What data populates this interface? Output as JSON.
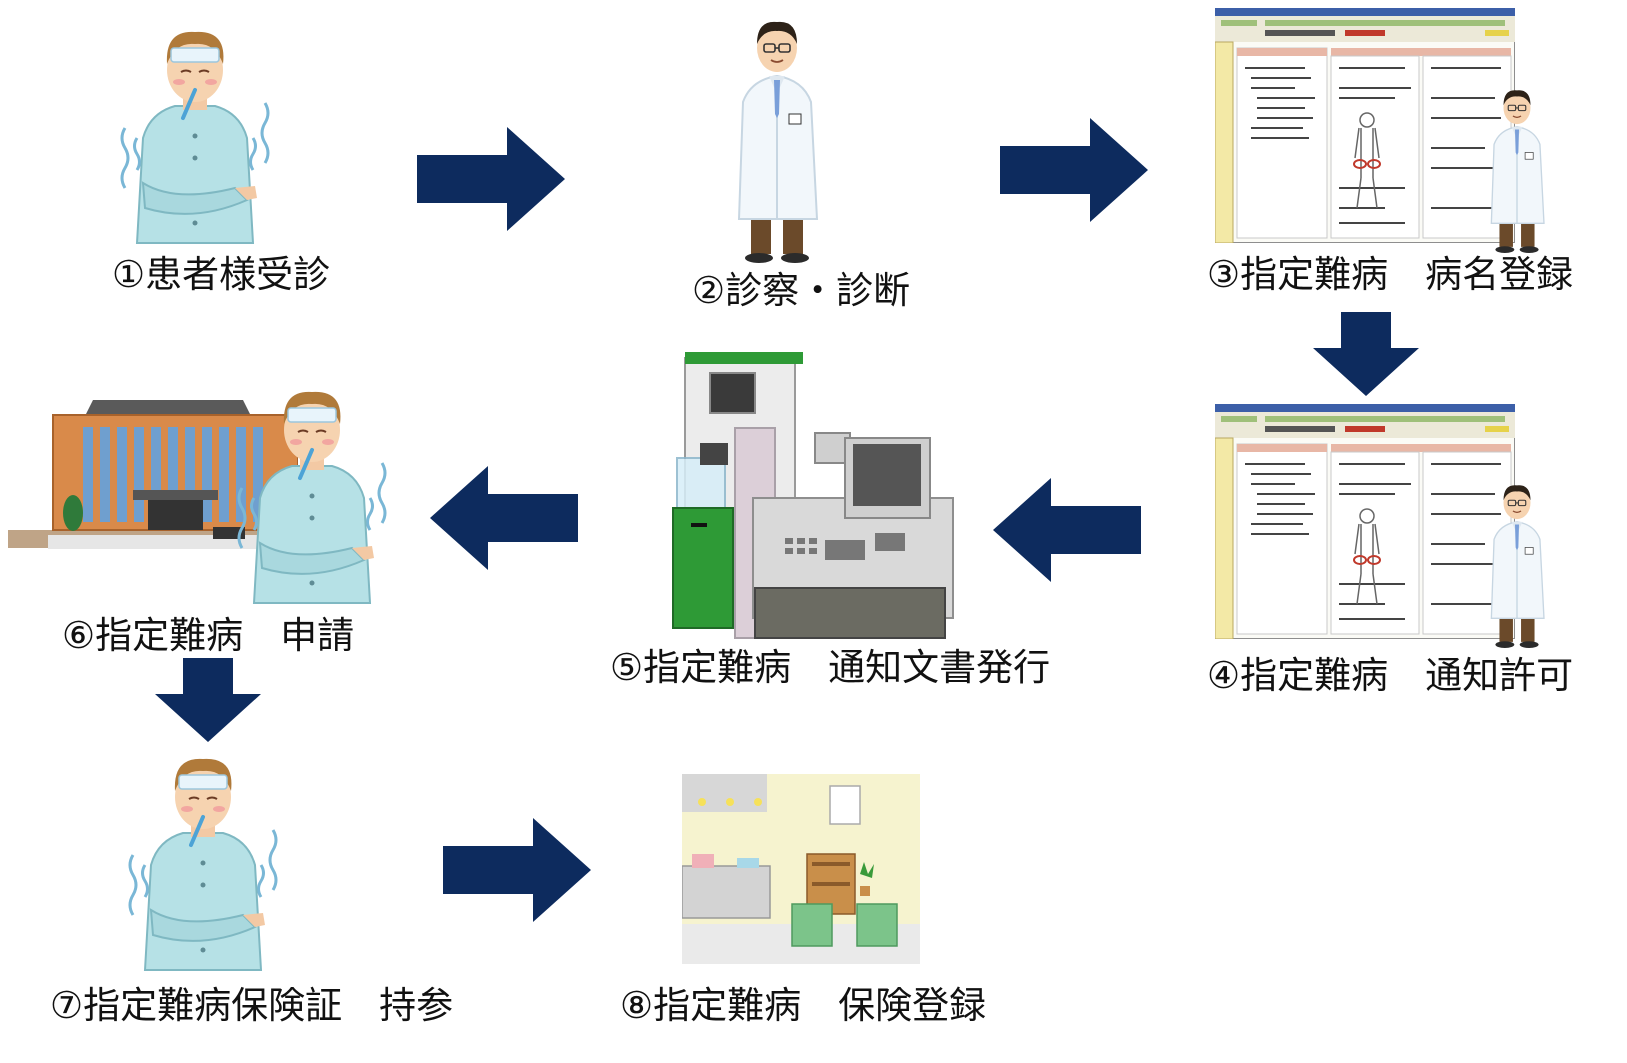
{
  "colors": {
    "arrow": "#0d2b5e",
    "shirt": "#b6e1e6",
    "hair": "#b07a3a",
    "coat": "#f2f7fb",
    "pants": "#6b4a2a",
    "terminal_green": "#2e9a36",
    "building_brick": "#d98a4a",
    "building_glass": "#6f9fcf",
    "room_wall": "#f6f3cf"
  },
  "steps": [
    {
      "label": "①患者様受診",
      "icon": "sick-patient-icon"
    },
    {
      "label": "②診察・診断",
      "icon": "doctor-icon"
    },
    {
      "label": "③指定難病　病名登録",
      "icon": "ehr-screen-icon"
    },
    {
      "label": "④指定難病　通知許可",
      "icon": "ehr-screen-icon"
    },
    {
      "label": "⑤指定難病　通知文書発行",
      "icon": "kiosk-register-icon"
    },
    {
      "label": "⑥指定難病　申請",
      "icon": "city-hall-icon"
    },
    {
      "label": "⑦指定難病保険証　持参",
      "icon": "sick-patient-icon"
    },
    {
      "label": "⑧指定難病　保険登録",
      "icon": "reception-room-icon"
    }
  ]
}
